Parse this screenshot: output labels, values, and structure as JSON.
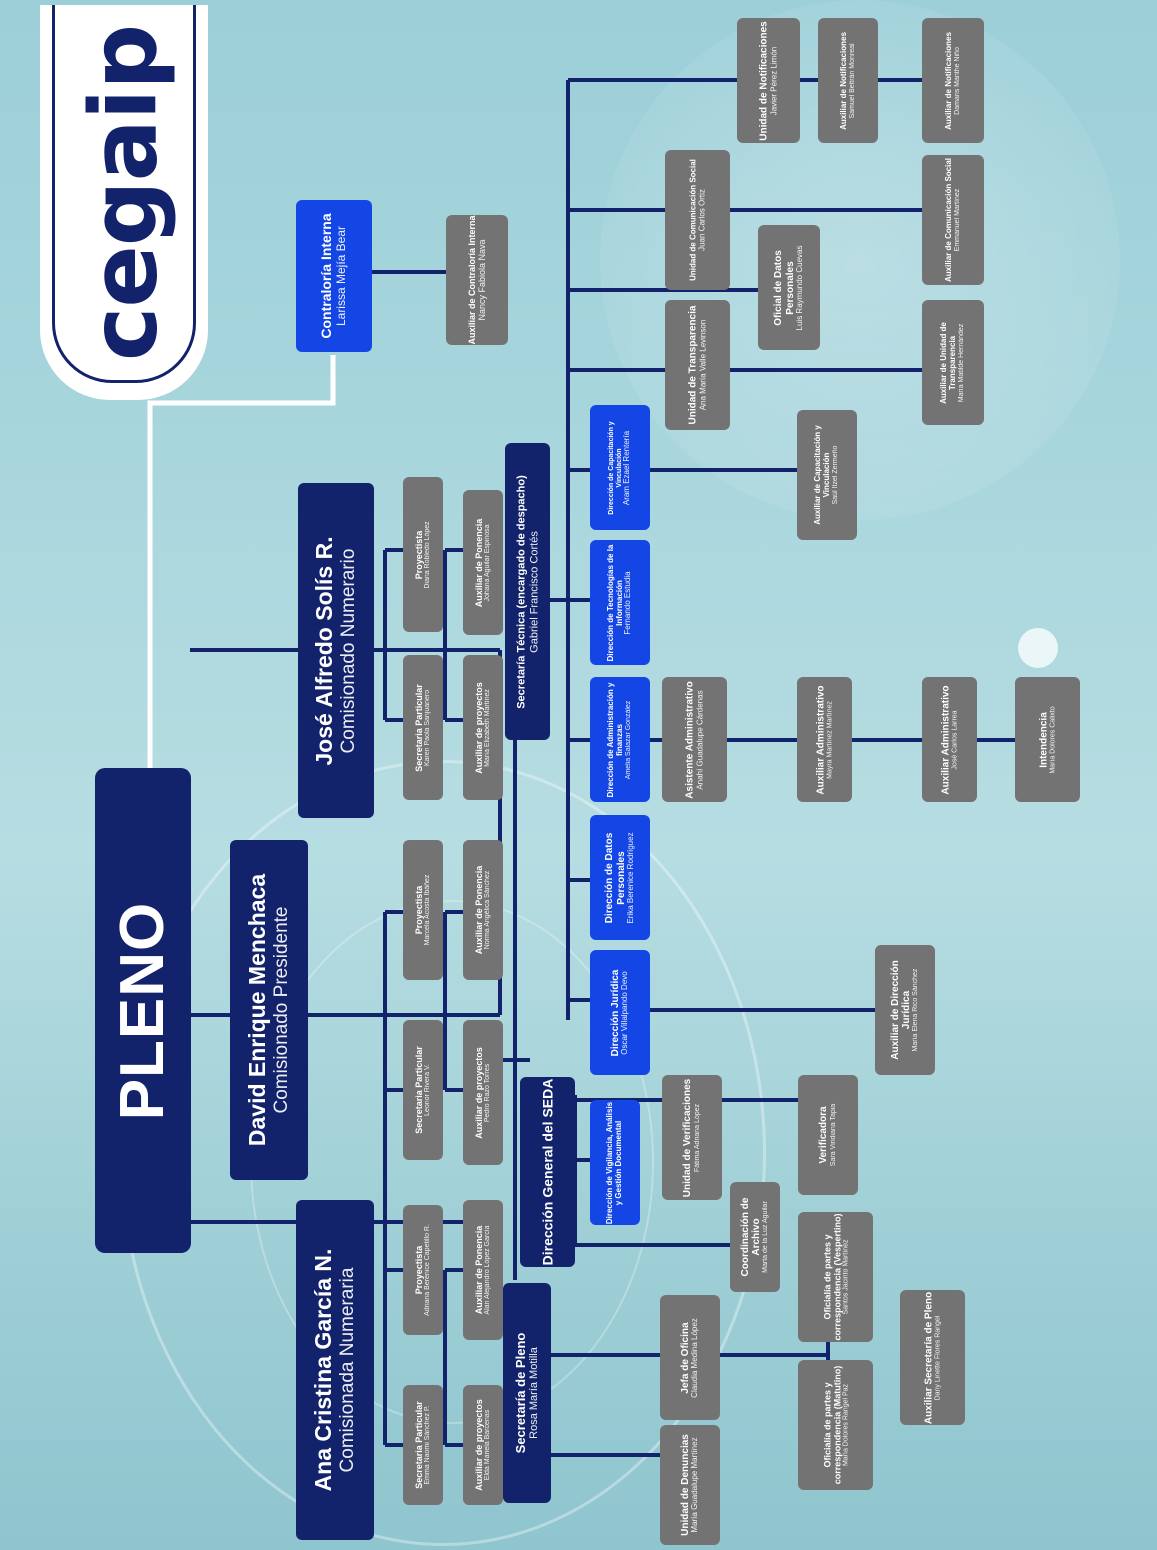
{
  "brand": {
    "name": "cegaip",
    "primary_color": "#13236b",
    "accent_color": "#1446e6",
    "box_color": "#737373"
  },
  "pleno": {
    "title": "PLENO"
  },
  "commissioners": [
    {
      "name": "Ana Cristina García N.",
      "role": "Comisionada Numeraria"
    },
    {
      "name": "David Enrique Menchaca",
      "role": "Comisionado Presidente"
    },
    {
      "name": "José Alfredo Solís R.",
      "role": "Comisionado Numerario"
    }
  ],
  "contraloria": {
    "title": "Contraloría Interna",
    "name": "Larissa Mejía Bear"
  },
  "aux_contraloria": {
    "title": "Auxiliar de Contraloría Interna",
    "name": "Nancy Fabiola Nava"
  },
  "staff": {
    "ana": [
      {
        "title": "Secretaria Particular",
        "name": "Emma Naomi Sánchez P."
      },
      {
        "title": "Proyectista",
        "name": "Adriana Berenice Capetillo R."
      },
      {
        "title": "Auxiliar de proyectos",
        "name": "Elda Mariela Barcenas"
      },
      {
        "title": "Auxiliar de Ponencia",
        "name": "Alan Alejandro López García"
      }
    ],
    "david": [
      {
        "title": "Secretaria Particular",
        "name": "Leonor Rivera V."
      },
      {
        "title": "Proyectista",
        "name": "Marcela Acosta Ibáñez"
      },
      {
        "title": "Auxiliar de proyectos",
        "name": "Pedro Razo Torres"
      },
      {
        "title": "Auxiliar de Ponencia",
        "name": "Norma Angélica Sánchez"
      }
    ],
    "jose": [
      {
        "title": "Secretaria Particular",
        "name": "Karen Paola Sanjuanero"
      },
      {
        "title": "Proyectista",
        "name": "Diana Robledo López"
      },
      {
        "title": "Auxiliar de proyectos",
        "name": "María Elizabeth Martínez"
      },
      {
        "title": "Auxiliar de Ponencia",
        "name": "Johana Aguilar Espinosa"
      }
    ]
  },
  "secretaria_pleno": {
    "title": "Secretaría de Pleno",
    "name": "Rosa María Motilla"
  },
  "secretaria_pleno_units": [
    {
      "title": "Unidad de Denuncias",
      "name": "María Guadalupe Martínez"
    },
    {
      "title": "Jefa de Oficina",
      "name": "Claudia Medina López"
    },
    {
      "title": "Oficialía de partes y correspondencia (Matutino)",
      "name": "María Dolores Rangel Paz"
    },
    {
      "title": "Oficialía de partes y correspondencia (Vespertino)",
      "name": "Santos Jacinto Martínez"
    },
    {
      "title": "Auxiliar Secretaría de Pleno",
      "name": "Dany Linette Flores Rangel"
    }
  ],
  "seda": {
    "title": "Dirección General del SEDA"
  },
  "seda_units": [
    {
      "title": "Dirección de Vigilancia, Análisis y Gestión Documental",
      "name": ""
    },
    {
      "title": "Coordinación de Archivo",
      "name": "Marta de la Luz Aguilar"
    },
    {
      "title": "Unidad de Verificaciones",
      "name": "Fátima Adriana López"
    },
    {
      "title": "Verificadora",
      "name": "Sara Viridiana Tapia"
    }
  ],
  "secretaria_tecnica": {
    "title": "Secretaría Técnica (encargado de despacho)",
    "name": "Gabriel Francisco Cortés"
  },
  "direcciones": [
    {
      "title": "Dirección Jurídica",
      "name": "Oscar Villalpando Devo"
    },
    {
      "title": "Dirección de Datos Personales",
      "name": "Erika Berenice Rodríguez"
    },
    {
      "title": "Dirección de Administración y finanzas",
      "name": "Amelia Salazar González"
    },
    {
      "title": "Dirección de Tecnologías de la Información",
      "name": "Fernando Estudia"
    },
    {
      "title": "Dirección de Capacitación y Vinculación",
      "name": "Aram Ezael Rentería"
    }
  ],
  "dir_subs": [
    {
      "title": "Auxiliar de Dirección Jurídica",
      "name": "María Elena Rico Sánchez"
    },
    {
      "title": "Asistente Administrativo",
      "name": "Anahí Guadalupe Cárdenas"
    },
    {
      "title": "Auxiliar Administrativo",
      "name": "Mayra Martínez Martínez"
    },
    {
      "title": "Auxiliar Administrativo",
      "name": "José Carlos Larrea"
    },
    {
      "title": "Intendencia",
      "name": "María Dolores Calixto"
    },
    {
      "title": "Auxiliar de Capacitación y Vinculación",
      "name": "Saúl Itzel Zermeño"
    }
  ],
  "unidades": [
    {
      "title": "Unidad de Transparencia",
      "name": "Ana María Valle Levinson"
    },
    {
      "title": "Auxiliar de Unidad de Transparencia",
      "name": "María Matilde Hernández"
    },
    {
      "title": "Oficial de Datos Personales",
      "name": "Luis Raymundo Cuevas"
    },
    {
      "title": "Unidad de Comunicación Social",
      "name": "Juan Carlos Ortiz"
    },
    {
      "title": "Auxiliar de Comunicación Social",
      "name": "Emmanuel Martínez"
    },
    {
      "title": "Unidad de Notificaciones",
      "name": "Javier Pérez Limón"
    },
    {
      "title": "Auxiliar de Notificaciones",
      "name": "Samuel Beltrán Monreal"
    },
    {
      "title": "Auxiliar de Notificaciones",
      "name": "Damaris Manthe Niño"
    }
  ]
}
